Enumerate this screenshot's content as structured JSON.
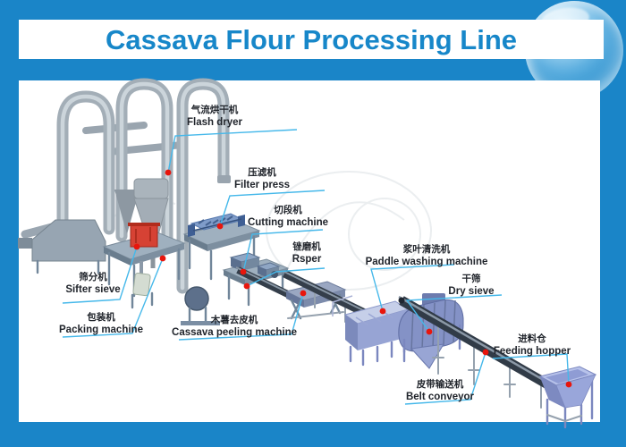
{
  "header": {
    "title": "Cassava Flour Processing Line",
    "title_color": "#1787c9"
  },
  "page": {
    "background_color": "#1a85c8",
    "panel_color": "#ffffff",
    "leader_line_color": "#45b8ea",
    "marker_color": "#e8150c"
  },
  "diagram": {
    "machines": [
      {
        "id": "flash-dryer",
        "zh": "气流烘干机",
        "en": "Flash dryer"
      },
      {
        "id": "filter-press",
        "zh": "压滤机",
        "en": "Filter press"
      },
      {
        "id": "cutting-machine",
        "zh": "切段机",
        "en": "Cutting machine"
      },
      {
        "id": "rasper",
        "zh": "锉磨机",
        "en": "Rsper"
      },
      {
        "id": "sifter-sieve",
        "zh": "筛分机",
        "en": "Sifter sieve"
      },
      {
        "id": "packing-machine",
        "zh": "包装机",
        "en": "Packing machine"
      },
      {
        "id": "cassava-peeling-machine",
        "zh": "木薯去皮机",
        "en": "Cassava peeling machine"
      },
      {
        "id": "paddle-washing-machine",
        "zh": "浆叶清洗机",
        "en": "Paddle washing machine"
      },
      {
        "id": "dry-sieve",
        "zh": "干筛",
        "en": "Dry sieve"
      },
      {
        "id": "feeding-hopper",
        "zh": "进料仓",
        "en": "Feeding hopper"
      },
      {
        "id": "belt-conveyor",
        "zh": "皮带输送机",
        "en": "Belt conveyor"
      }
    ]
  }
}
